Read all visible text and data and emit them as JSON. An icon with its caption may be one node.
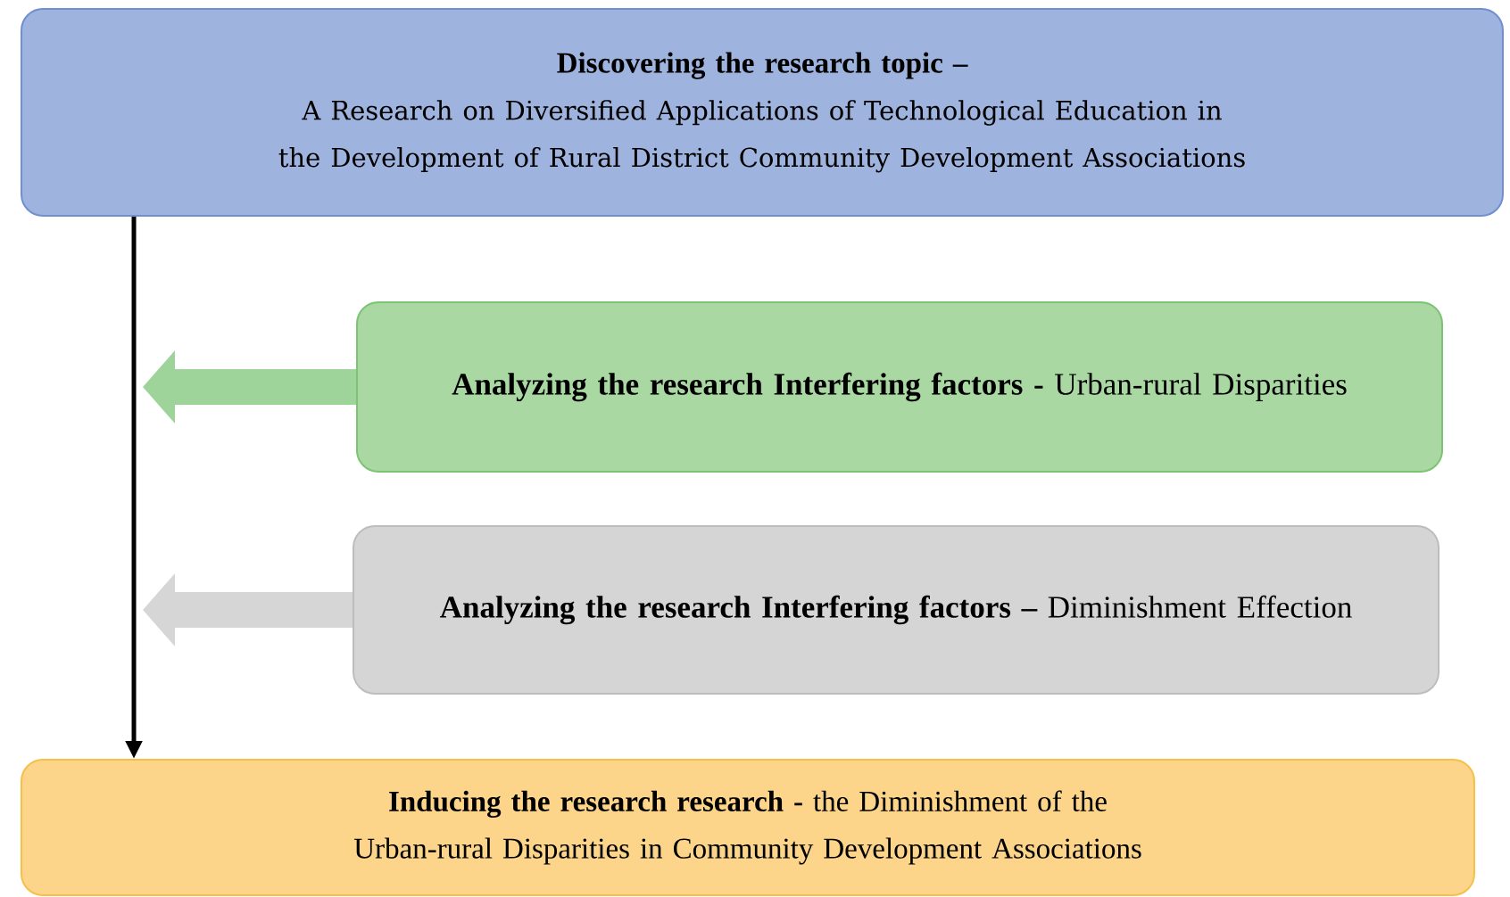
{
  "diagram": {
    "nodes": [
      {
        "text": [
          "Discovering the research topic –",
          "A Research on Diversified Applications of Technological Education in the Development of Rural District Community Development Associations"
        ]
      },
      {
        "text": [
          "**Analyzing the research Interfering factors -** Urban-rural Disparities"
        ]
      },
      {
        "text": [
          "**Analyzing the research Interfering factors –** Diminishment Effection"
        ]
      },
      {
        "text": [
          "**Inducing the research research -** the Diminishment of the Urban-rural Disparities in Community Development Associations"
        ]
      }
    ],
    "edges": [
      {
        "from": 0,
        "to": 3,
        "arrow": "to"
      },
      {
        "from": 1,
        "to": null,
        "arrow": "to",
        "color": "#9ed49a"
      },
      {
        "from": 2,
        "to": null,
        "arrow": "to",
        "color": "#d6d6d6"
      }
    ]
  }
}
